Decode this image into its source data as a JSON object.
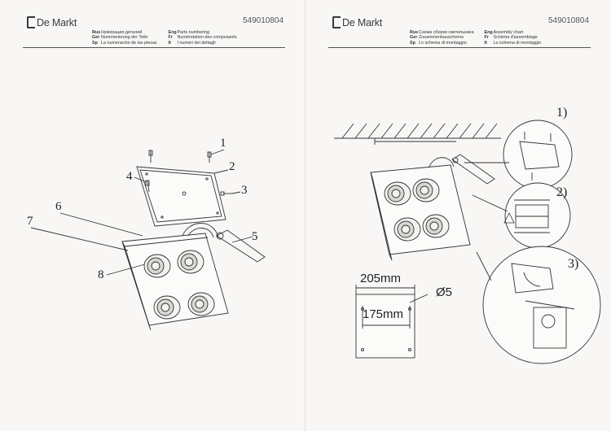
{
  "brand": {
    "name": "De Markt",
    "subtitle": ""
  },
  "product_code": "549010804",
  "left_page": {
    "languages": [
      {
        "code": "Rus",
        "text": "Нумерация деталей"
      },
      {
        "code": "Ger",
        "text": "Nummerierung der Teile"
      },
      {
        "code": "Sp",
        "text": "La numeración de las piezas"
      }
    ],
    "languages_right": [
      {
        "code": "Eng",
        "text": "Parts numbering"
      },
      {
        "code": "Fr",
        "text": "Numérotation des composants"
      },
      {
        "code": "It",
        "text": "I numeri dei dettagli"
      }
    ],
    "callouts": [
      "1",
      "2",
      "3",
      "4",
      "5",
      "6",
      "7",
      "8"
    ]
  },
  "right_page": {
    "languages": [
      {
        "code": "Rus",
        "text": "Схема сборки светильника"
      },
      {
        "code": "Ger",
        "text": "Zusammenbauschema"
      },
      {
        "code": "Sp",
        "text": "Lo schema di montaggio"
      }
    ],
    "languages_right": [
      {
        "code": "Eng",
        "text": "Assembly chart"
      },
      {
        "code": "Fr",
        "text": "Schéma d'assemblage"
      },
      {
        "code": "It",
        "text": "Lo schema di montaggio"
      }
    ],
    "steps": [
      "1)",
      "2)",
      "3)"
    ],
    "dimensions": {
      "width": "205mm",
      "hole_spacing": "175mm",
      "hole_diameter": "Ø5"
    }
  }
}
